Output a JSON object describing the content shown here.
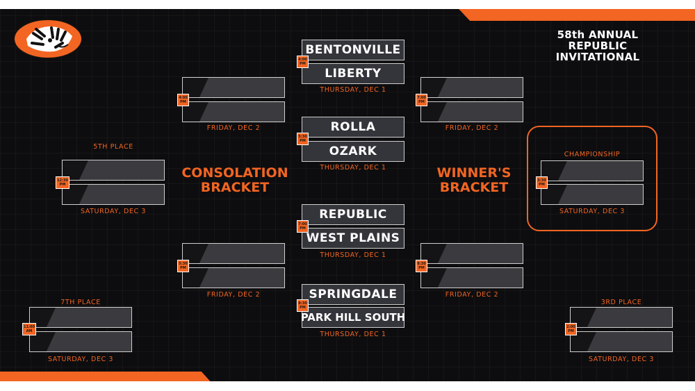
{
  "title_lines": [
    "58th ANNUAL",
    "REPUBLIC",
    "INVITATIONAL"
  ],
  "brackets": {
    "consolation": [
      "CONSOLATION",
      "BRACKET"
    ],
    "winners": [
      "WINNER'S",
      "BRACKET"
    ]
  },
  "games": [
    {
      "team1": "BENTONVILLE",
      "team2": "LIBERTY",
      "time": [
        "4:00",
        "PM"
      ],
      "date": "THURSDAY, DEC 1"
    },
    {
      "team1": "ROLLA",
      "team2": "OZARK",
      "time": [
        "5:30",
        "PM"
      ],
      "date": "THURSDAY, DEC 1"
    },
    {
      "team1": "REPUBLIC",
      "team2": "WEST PLAINS",
      "time": [
        "7:00",
        "PM"
      ],
      "date": "THURSDAY, DEC 1"
    },
    {
      "team1": "SPRINGDALE",
      "team2": "PARK HILL SOUTH",
      "time": [
        "8:30",
        "PM"
      ],
      "date": "THURSDAY, DEC 1"
    },
    {
      "time": [
        "4:00",
        "PM"
      ],
      "date": "FRIDAY, DEC 2"
    },
    {
      "time": [
        "5:30",
        "PM"
      ],
      "date": "FRIDAY, DEC 2"
    },
    {
      "time": [
        "7:00",
        "PM"
      ],
      "date": "FRIDAY, DEC 2"
    },
    {
      "time": [
        "8:30",
        "PM"
      ],
      "date": "FRIDAY, DEC 2"
    },
    {
      "label": "5TH PLACE",
      "time": [
        "12:30",
        "PM"
      ],
      "date": "SATURDAY, DEC 3"
    },
    {
      "label": "7TH PLACE",
      "time": [
        "11:00",
        "AM"
      ],
      "date": "SATURDAY, DEC 3"
    },
    {
      "label": "CHAMPIONSHIP",
      "time": [
        "3:30",
        "PM"
      ],
      "date": "SATURDAY, DEC 3"
    },
    {
      "label": "3RD PLACE",
      "time": [
        "2:00",
        "PM"
      ],
      "date": "SATURDAY, DEC 3"
    }
  ],
  "colors": {
    "accent": "#f26522",
    "background": "#0d0d0f",
    "slot": "#34353a"
  },
  "icons": {
    "logo": "tiger-head-logo"
  }
}
